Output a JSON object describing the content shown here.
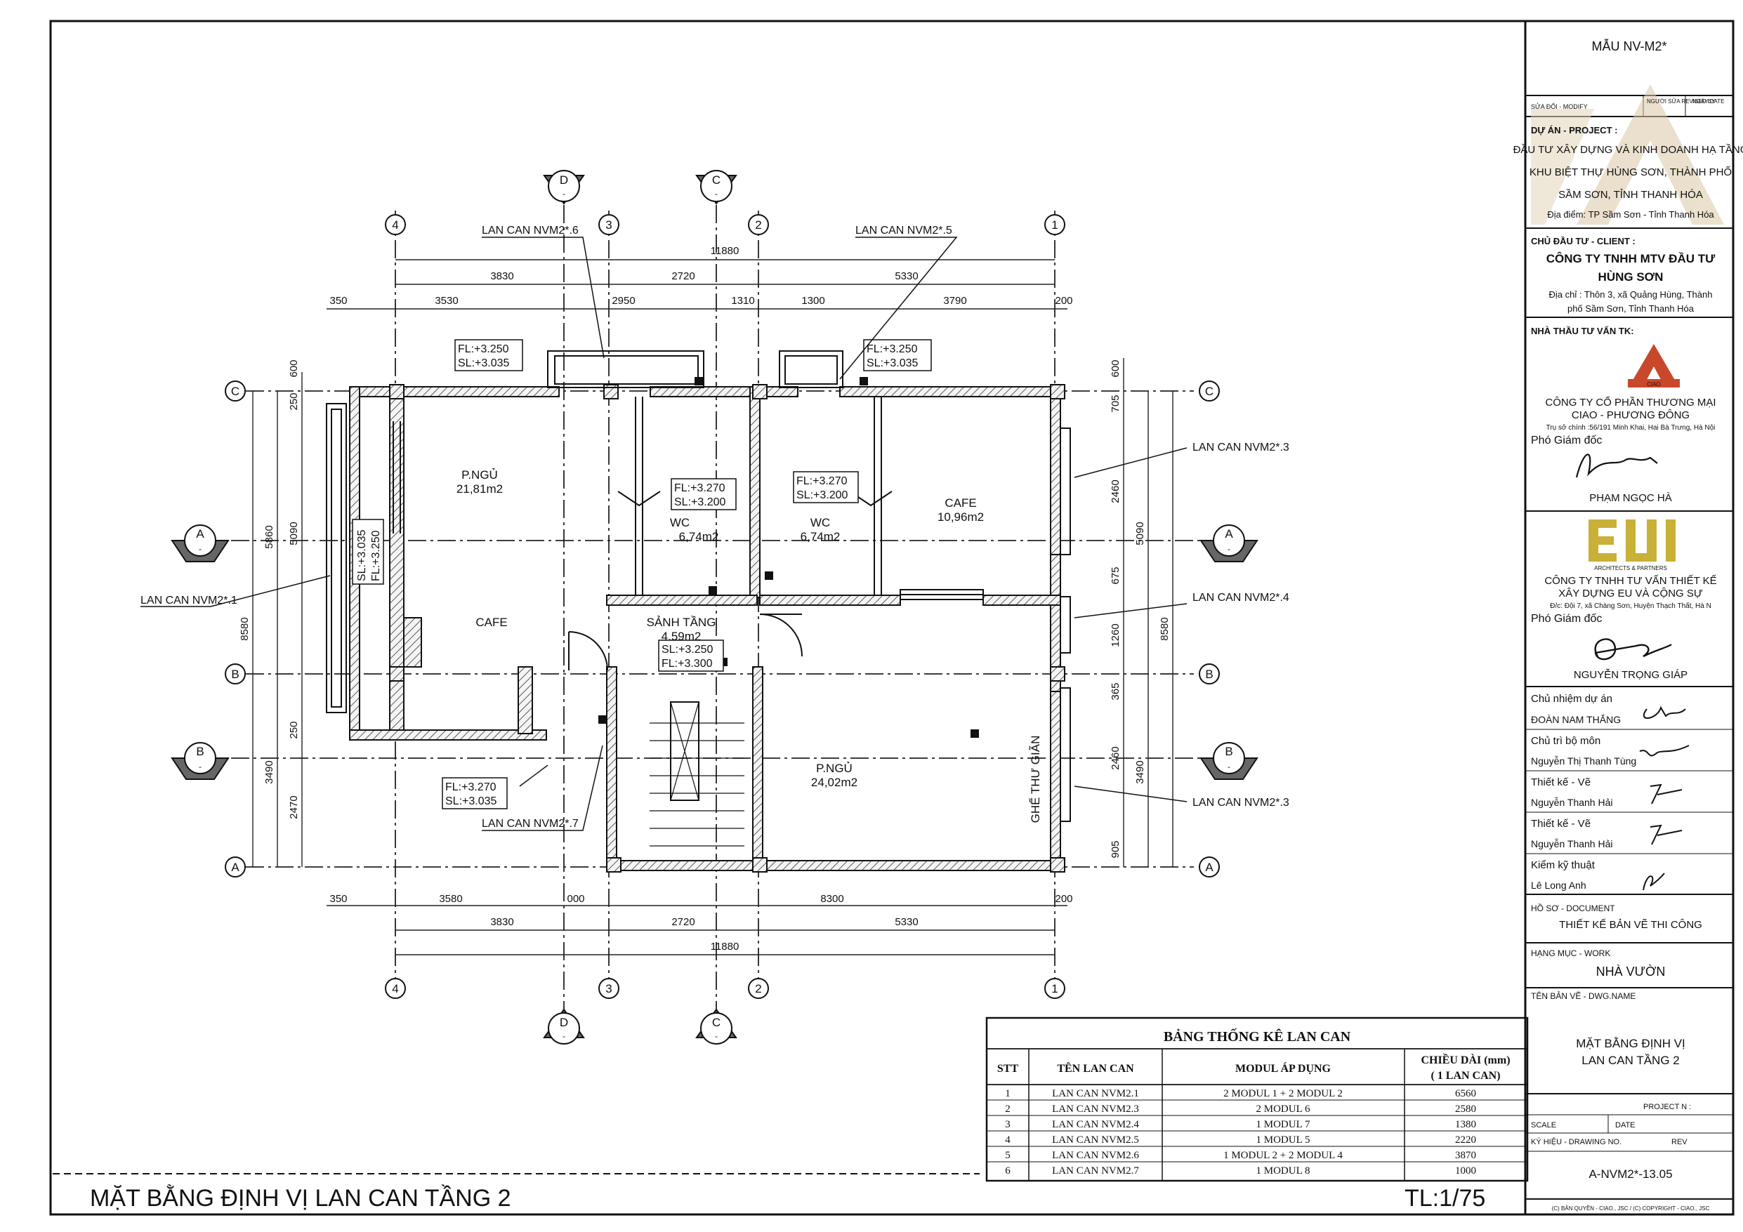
{
  "drawing": {
    "title": "MẶT BẰNG ĐỊNH VỊ LAN CAN TẦNG 2",
    "scale": "TL:1/75"
  },
  "axes": {
    "vertical": [
      "4",
      "3",
      "2",
      "1"
    ],
    "horizontal": [
      "C",
      "B",
      "A"
    ],
    "sections": {
      "d": "D",
      "c": "C",
      "a": "A",
      "b": "B",
      "minus": "-"
    }
  },
  "dims": {
    "top_total": "11880",
    "top_a": "3830",
    "top_b": "2720",
    "top_c": "5330",
    "top_d1": "350",
    "top_d2": "3530",
    "top_d3": "2950",
    "top_d4": "1310",
    "top_d5": "1300",
    "top_d6": "3790",
    "top_d7": "200",
    "bot_total": "11880",
    "bot_a": "3830",
    "bot_b": "2720",
    "bot_c": "5330",
    "bot_d1": "350",
    "bot_d2": "3580",
    "bot_d3": "000",
    "bot_d4": "8300",
    "bot_d5": "200",
    "left_total": "8580",
    "left_a": "5860",
    "left_b": "3490",
    "left_c": "5090",
    "left_d": "2470",
    "left_e": "250",
    "left_f": "250",
    "left_g": "600",
    "right_total": "8580",
    "right_a": "5090",
    "right_b": "3490",
    "right_c": "600",
    "right_d": "705",
    "right_e": "2460",
    "right_f": "675",
    "right_g": "1260",
    "right_h": "365",
    "right_i": "2460",
    "right_j": "905"
  },
  "rooms": {
    "bed1": "P.NGỦ",
    "bed1_area": "21,81m2",
    "cafe_left": "CAFE",
    "wc1": "WC",
    "wc1_area": "6,74m2",
    "wc2": "WC",
    "wc2_area": "6,74m2",
    "cafe_right": "CAFE",
    "cafe_right_area": "10,96m2",
    "lobby": "SẢNH TẦNG",
    "lobby_area": "4,59m2",
    "bed2": "P.NGỦ",
    "bed2_area": "24,02m2",
    "bench": "GHẾ THƯ GIÃN"
  },
  "levels": {
    "l1_fl": "FL:+3.250",
    "l1_sl": "SL:+3.035",
    "l2_fl": "FL:+3.250",
    "l2_sl": "SL:+3.035",
    "l3_fl": "FL:+3.270",
    "l3_sl": "SL:+3.200",
    "l4_fl": "FL:+3.270",
    "l4_sl": "SL:+3.200",
    "l5_sl": "SL:+3.250",
    "l5_fl": "FL:+3.300",
    "l6_fl": "FL:+3.270",
    "l6_sl": "SL:+3.035",
    "l7_sl": "SL:+3.035",
    "l7_fl": "FL:+3.250"
  },
  "railing_labels": {
    "r6": "LAN CAN NVM2*.6",
    "r5": "LAN CAN NVM2*.5",
    "r3a": "LAN CAN NVM2*.3",
    "r1": "LAN CAN NVM2*.1",
    "r4": "LAN CAN NVM2*.4",
    "r7": "LAN CAN NVM2*.7",
    "r3b": "LAN CAN NVM2*.3"
  },
  "table": {
    "title": "BẢNG THỐNG KÊ LAN CAN",
    "headers": [
      "STT",
      "TÊN LAN CAN",
      "MODUL ÁP DỤNG",
      "CHIỀU DÀI (mm)",
      "( 1 LAN CAN)"
    ],
    "rows": [
      [
        "1",
        "LAN CAN NVM2.1",
        "2 MODUL 1 + 2 MODUL 2",
        "6560"
      ],
      [
        "2",
        "LAN CAN NVM2.3",
        "2 MODUL 6",
        "2580"
      ],
      [
        "3",
        "LAN CAN NVM2.4",
        "1 MODUL 7",
        "1380"
      ],
      [
        "4",
        "LAN CAN NVM2.5",
        "1 MODUL 5",
        "2220"
      ],
      [
        "5",
        "LAN CAN NVM2.6",
        "1 MODUL 2 + 2 MODUL 4",
        "3870"
      ],
      [
        "6",
        "LAN CAN NVM2.7",
        "1 MODUL 8",
        "1000"
      ]
    ]
  },
  "titleblock": {
    "template": "MẪU NV-M2*",
    "rev_modify": "SỬA ĐỔI - MODIFY",
    "rev_by": "NGƯỜI SỬA REVISED BY",
    "rev_date": "NGÀY DATE",
    "project_label": "DỰ ÁN - PROJECT :",
    "project_line1": "ĐẦU TƯ XÂY DỰNG VÀ KINH DOANH HẠ TẦNG",
    "project_line2": "KHU BIỆT THỰ HÙNG SƠN, THÀNH PHỐ",
    "project_line3": "SẦM SƠN, TỈNH THANH HÓA",
    "location": "Địa điểm: TP Sầm Sơn - Tỉnh Thanh Hóa",
    "client_label": "CHỦ ĐẦU TƯ - CLIENT :",
    "client_line1": "CÔNG TY TNHH MTV ĐẦU TƯ",
    "client_line2": "HÙNG SƠN",
    "client_addr1": "Địa chỉ : Thôn 3, xã Quảng Hùng, Thành",
    "client_addr2": "phố Sầm Sơn, Tỉnh Thanh Hóa",
    "consult_label": "NHÀ THẦU TƯ VẤN TK:",
    "c1_logo_text": "CIAO",
    "c1_name1": "CÔNG TY CỔ PHẦN THƯƠNG MẠI",
    "c1_name2": "CIAO - PHƯƠNG ĐÔNG",
    "c1_addr": "Trụ sở chính :56/191 Minh Khai, Hai Bà Trưng, Hà Nội",
    "c1_role": "Phó Giám đốc",
    "c1_person": "PHẠM NGỌC HÀ",
    "c2_logo_text": "ARCHITECTS & PARTNERS",
    "c2_name1": "CÔNG TY TNHH TƯ VẤN THIẾT KẾ",
    "c2_name2": "XÂY DỰNG EU VÀ CỘNG SỰ",
    "c2_addr": "Đ/c: Đội 7, xã Chàng Sơn, Huyện Thạch Thất, Hà N",
    "c2_role": "Phó Giám đốc",
    "c2_person": "NGUYỄN TRỌNG GIÁP",
    "s1_role": "Chủ nhiệm dự án",
    "s1_name": "ĐOÀN NAM THẮNG",
    "s2_role": "Chủ trì bộ môn",
    "s2_name": "Nguyễn Thị Thanh Tùng",
    "s3_role": "Thiết kế - Vẽ",
    "s3_name": "Nguyễn Thanh Hải",
    "s4_role": "Thiết kế - Vẽ",
    "s4_name": "Nguyễn Thanh Hải",
    "s5_role": "Kiểm kỹ thuật",
    "s5_name": "Lê Long Anh",
    "doc_label": "HỒ SƠ - DOCUMENT",
    "doc_value": "THIẾT KẾ BẢN VẼ THI CÔNG",
    "work_label": "HẠNG MỤC - WORK",
    "work_value": "NHÀ VƯỜN",
    "dwg_label": "TÊN BẢN VẼ - DWG.NAME",
    "dwg_value1": "MẶT BẰNG ĐỊNH VỊ",
    "dwg_value2": "LAN CAN TẦNG 2",
    "project_no": "PROJECT N :",
    "scale_label": "SCALE",
    "date_label": "DATE",
    "drawing_no": "KÝ HIỆU - DRAWING NO.",
    "rev": "REV",
    "drawing_code": "A-NVM2*-13.05",
    "copyright": "(C) BẢN QUYỀN - CIAO., JSC    /    (C) COPYRIGHT - CIAO., JSC"
  },
  "colors": {
    "line": "#111111",
    "logo_red": "#c9472b",
    "logo_gold": "#c9b037",
    "watermark": "#d9c8a6"
  }
}
